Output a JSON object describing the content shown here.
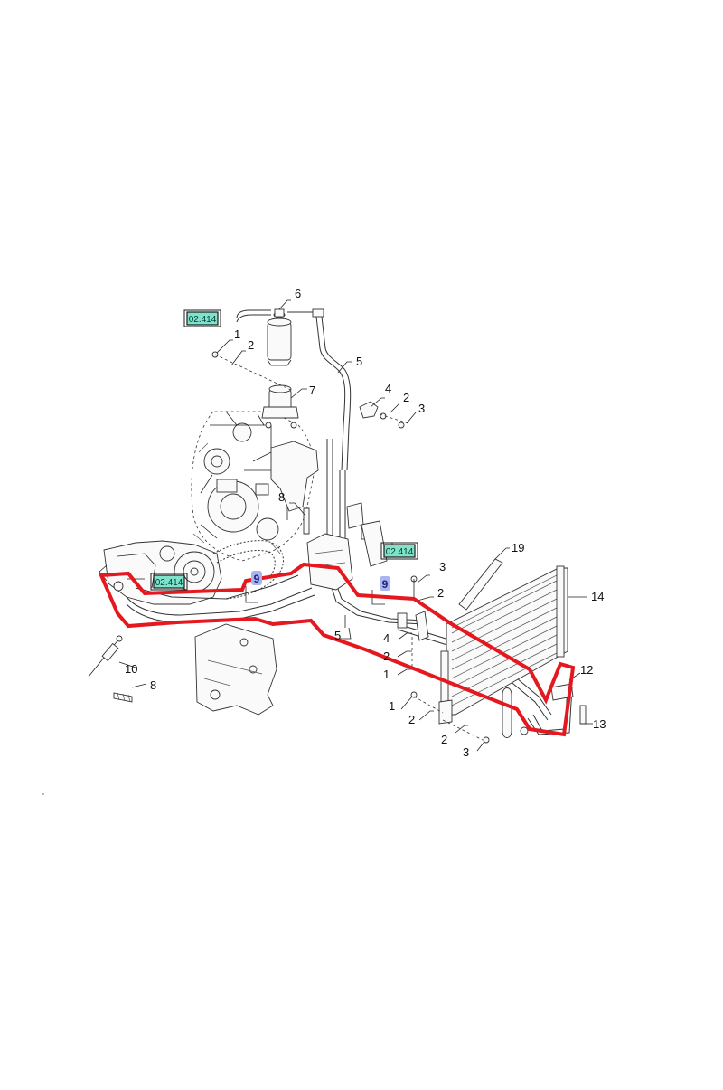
{
  "diagram": {
    "reference_tag": "02.414",
    "tags": [
      {
        "id": "tag-top",
        "text": "02.414"
      },
      {
        "id": "tag-mid-right",
        "text": "02.414"
      },
      {
        "id": "tag-left",
        "text": "02.414"
      }
    ],
    "nine_tags": [
      {
        "id": "nine-left",
        "text": "9"
      },
      {
        "id": "nine-right",
        "text": "9"
      }
    ],
    "callouts": [
      {
        "id": "c6",
        "text": "6"
      },
      {
        "id": "c1a",
        "text": "1"
      },
      {
        "id": "c2a",
        "text": "2"
      },
      {
        "id": "c5a",
        "text": "5"
      },
      {
        "id": "c7",
        "text": "7"
      },
      {
        "id": "c4a",
        "text": "4"
      },
      {
        "id": "c2b",
        "text": "2"
      },
      {
        "id": "c3a",
        "text": "3"
      },
      {
        "id": "c8a",
        "text": "8"
      },
      {
        "id": "c19",
        "text": "19"
      },
      {
        "id": "c3b",
        "text": "3"
      },
      {
        "id": "c2c",
        "text": "2"
      },
      {
        "id": "c14",
        "text": "14"
      },
      {
        "id": "c5b",
        "text": "5"
      },
      {
        "id": "c4b",
        "text": "4"
      },
      {
        "id": "c2d",
        "text": "2"
      },
      {
        "id": "c1b",
        "text": "1"
      },
      {
        "id": "c12",
        "text": "12"
      },
      {
        "id": "c10",
        "text": "10"
      },
      {
        "id": "c8b",
        "text": "8"
      },
      {
        "id": "c1c",
        "text": "1"
      },
      {
        "id": "c2e",
        "text": "2"
      },
      {
        "id": "c13",
        "text": "13"
      },
      {
        "id": "c2f",
        "text": "2"
      },
      {
        "id": "c3c",
        "text": "3"
      }
    ]
  }
}
